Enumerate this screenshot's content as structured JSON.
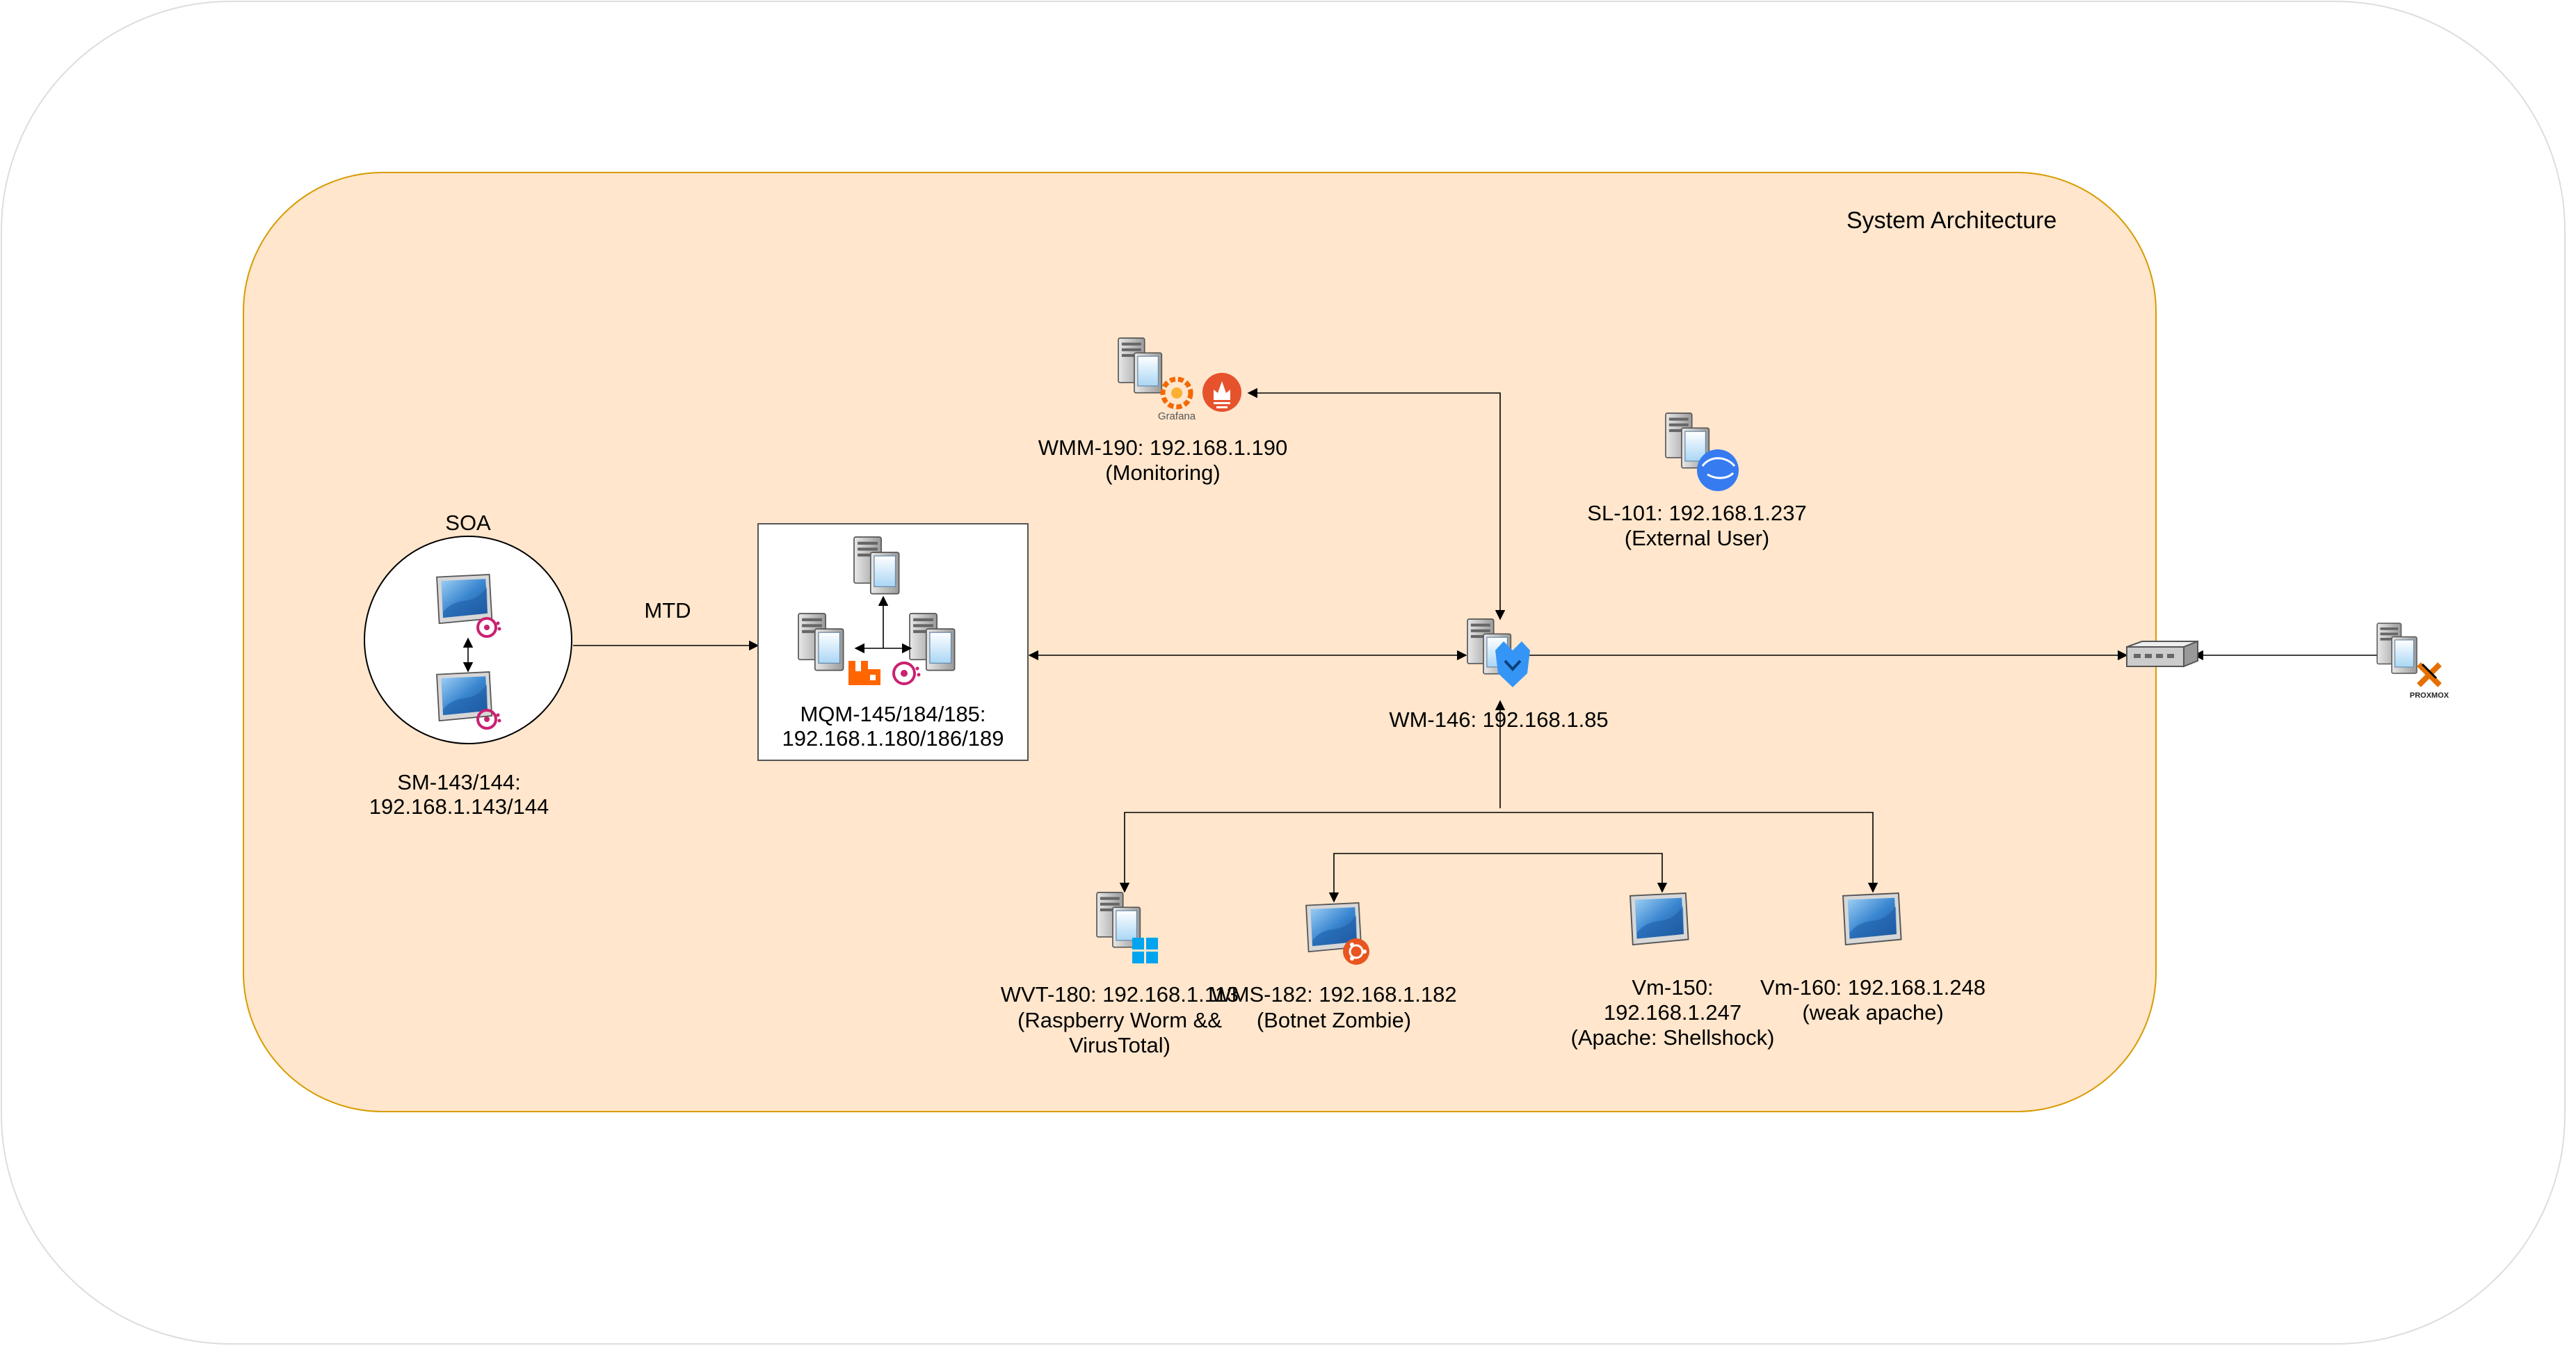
{
  "colors": {
    "region_fill": "#ffe6cc",
    "region_stroke": "#d79b00",
    "outer_stroke": "#dddddd",
    "screen_blue": "#2a6db5",
    "grafana_orange": "#f46800",
    "prometheus_red": "#e6522c",
    "rabbitmq_orange": "#ff6600",
    "consul_pink": "#ca2171",
    "wazuh_blue": "#3595f6",
    "windows_blue": "#00a4ef",
    "ubuntu_orange": "#e95420",
    "kali_blue": "#367bf0"
  },
  "diagram": {
    "region_title": "System Architecture",
    "soa_label": "SOA",
    "mtd_label": "MTD",
    "nodes": {
      "sm": {
        "icons": [
          "monitor-icon",
          "consul-icon"
        ],
        "line1": "SM-143/144:",
        "line2": "192.168.1.143/144"
      },
      "mqm": {
        "icons": [
          "server-icon",
          "rabbitmq-icon",
          "consul-icon"
        ],
        "line1": "MQM-145/184/185:",
        "line2": "192.168.1.180/186/189"
      },
      "wmm": {
        "icons": [
          "server-icon",
          "grafana-icon",
          "prometheus-icon"
        ],
        "icon_text": "Grafana",
        "line1": "WMM-190: 192.168.1.190",
        "line2": "(Monitoring)"
      },
      "sl": {
        "icons": [
          "server-icon",
          "kali-icon"
        ],
        "line1": "SL-101: 192.168.1.237",
        "line2": "(External User)"
      },
      "wm": {
        "icons": [
          "server-icon",
          "wazuh-icon"
        ],
        "line1": "WM-146: 192.168.1.85"
      },
      "switch": {
        "icons": [
          "switch-icon"
        ]
      },
      "proxmox": {
        "icons": [
          "server-icon",
          "proxmox-icon"
        ],
        "icon_text": "PROXMOX"
      },
      "wvt": {
        "icons": [
          "server-icon",
          "windows-icon"
        ],
        "line1": "WVT-180: 192.168.1.113",
        "line2": "(Raspberry Worm &&",
        "line3": "VirusTotal)"
      },
      "wms": {
        "icons": [
          "monitor-icon",
          "ubuntu-icon"
        ],
        "line1": "WMS-182: 192.168.1.182",
        "line2": "(Botnet Zombie)"
      },
      "vm150": {
        "icons": [
          "monitor-icon"
        ],
        "line1": "Vm-150:",
        "line2": "192.168.1.247",
        "line3": "(Apache: Shellshock)"
      },
      "vm160": {
        "icons": [
          "monitor-icon"
        ],
        "line1": "Vm-160: 192.168.1.248",
        "line2": "(weak apache)"
      }
    }
  }
}
